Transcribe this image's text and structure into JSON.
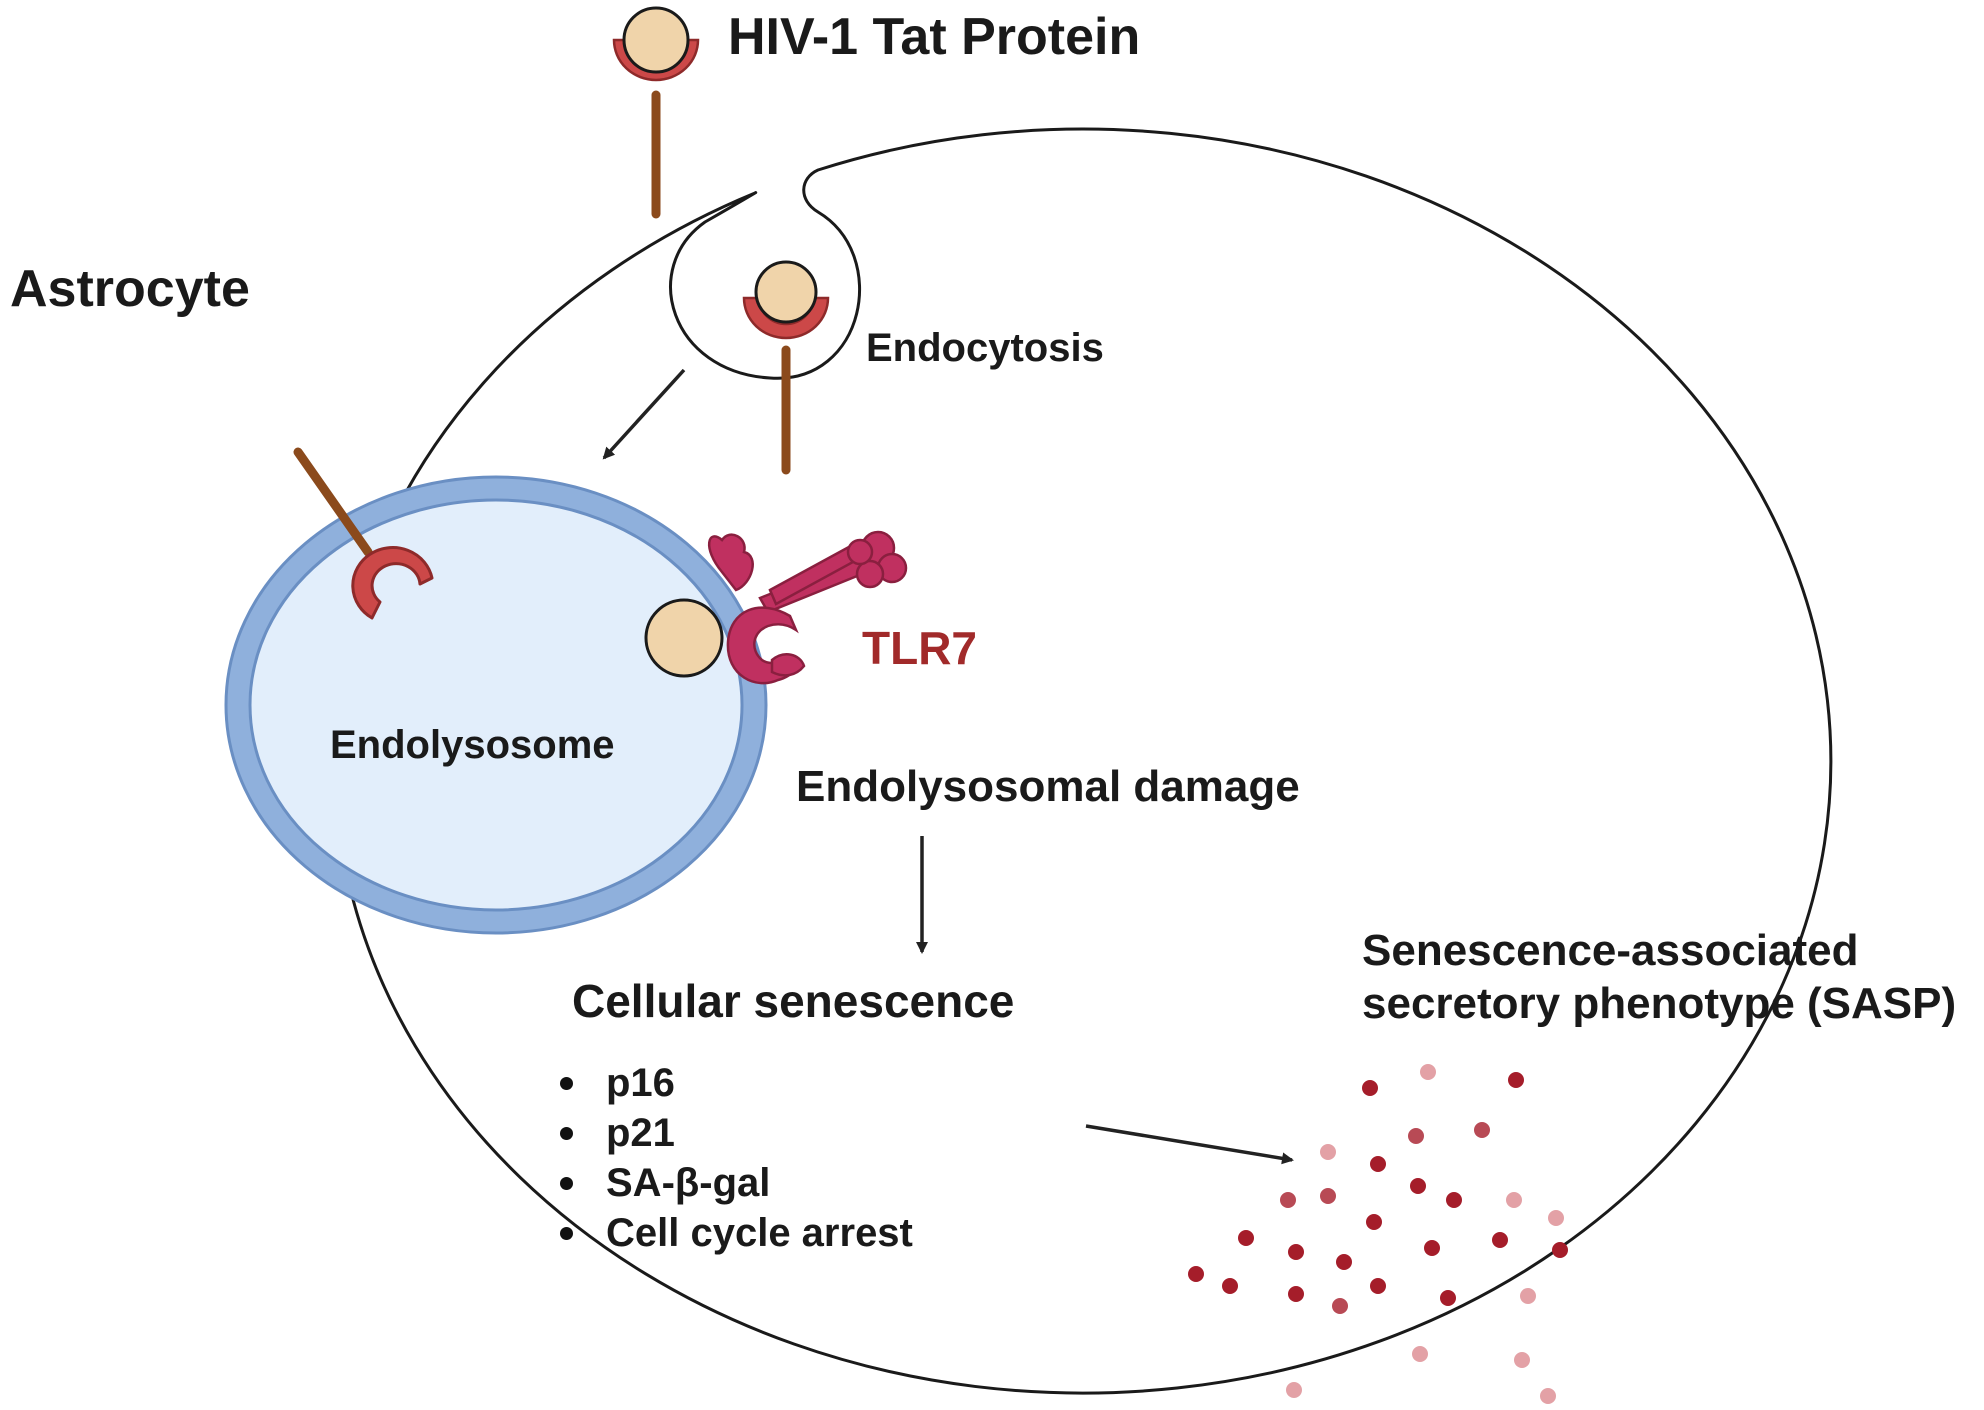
{
  "labels": {
    "tat_protein": "HIV-1 Tat Protein",
    "astrocyte": "Astrocyte",
    "endocytosis": "Endocytosis",
    "endolysosome": "Endolysosome",
    "tlr7": "TLR7",
    "endolysosomal_damage": "Endolysosomal damage",
    "cellular_senescence": "Cellular senescence",
    "sasp_line1": "Senescence-associated",
    "sasp_line2": "secretory phenotype (SASP)"
  },
  "senescence_markers": [
    "p16",
    "p21",
    "SA-β-gal",
    "Cell cycle arrest"
  ],
  "colors": {
    "tat_protein": "#f0d4aa",
    "receptor_red": "#cc4848",
    "stalk_brown": "#8b4a1c",
    "endolysosome_fill": "#e2eefb",
    "endolysosome_membrane": "#8fb0dc",
    "tlr7": "#c03060",
    "tlr7_label": "#a12a2a",
    "sasp_dark": "#a51d2a",
    "sasp_light": "#e3a1a6"
  }
}
